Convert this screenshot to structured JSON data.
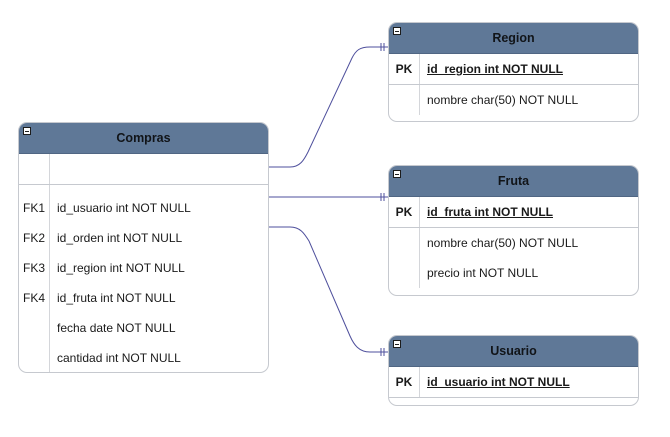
{
  "colors": {
    "header": "#5f7897",
    "connector": "#4e4f9c",
    "border": "#c6c9cf"
  },
  "entities": {
    "compras": {
      "title": "Compras",
      "fields": [
        {
          "key": "FK1",
          "text": "id_usuario int NOT NULL"
        },
        {
          "key": "FK2",
          "text": "id_orden int NOT NULL"
        },
        {
          "key": "FK3",
          "text": "id_region int NOT NULL"
        },
        {
          "key": "FK4",
          "text": "id_fruta int NOT NULL"
        },
        {
          "key": "",
          "text": "fecha date NOT NULL"
        },
        {
          "key": "",
          "text": "cantidad int NOT NULL"
        }
      ]
    },
    "region": {
      "title": "Region",
      "pk": {
        "key": "PK",
        "text": "id_region int NOT NULL"
      },
      "fields": [
        {
          "text": "nombre char(50) NOT NULL"
        }
      ]
    },
    "fruta": {
      "title": "Fruta",
      "pk": {
        "key": "PK",
        "text": "id_fruta int NOT NULL"
      },
      "fields": [
        {
          "text": "nombre char(50) NOT NULL"
        },
        {
          "text": "precio int NOT NULL"
        }
      ]
    },
    "usuario": {
      "title": "Usuario",
      "pk": {
        "key": "PK",
        "text": "id_usuario int NOT NULL"
      }
    }
  },
  "relationships": [
    {
      "from": "Compras",
      "to": "Region"
    },
    {
      "from": "Compras.id_usuario",
      "to": "Fruta"
    },
    {
      "from": "Compras.id_orden",
      "to": "Usuario"
    }
  ]
}
